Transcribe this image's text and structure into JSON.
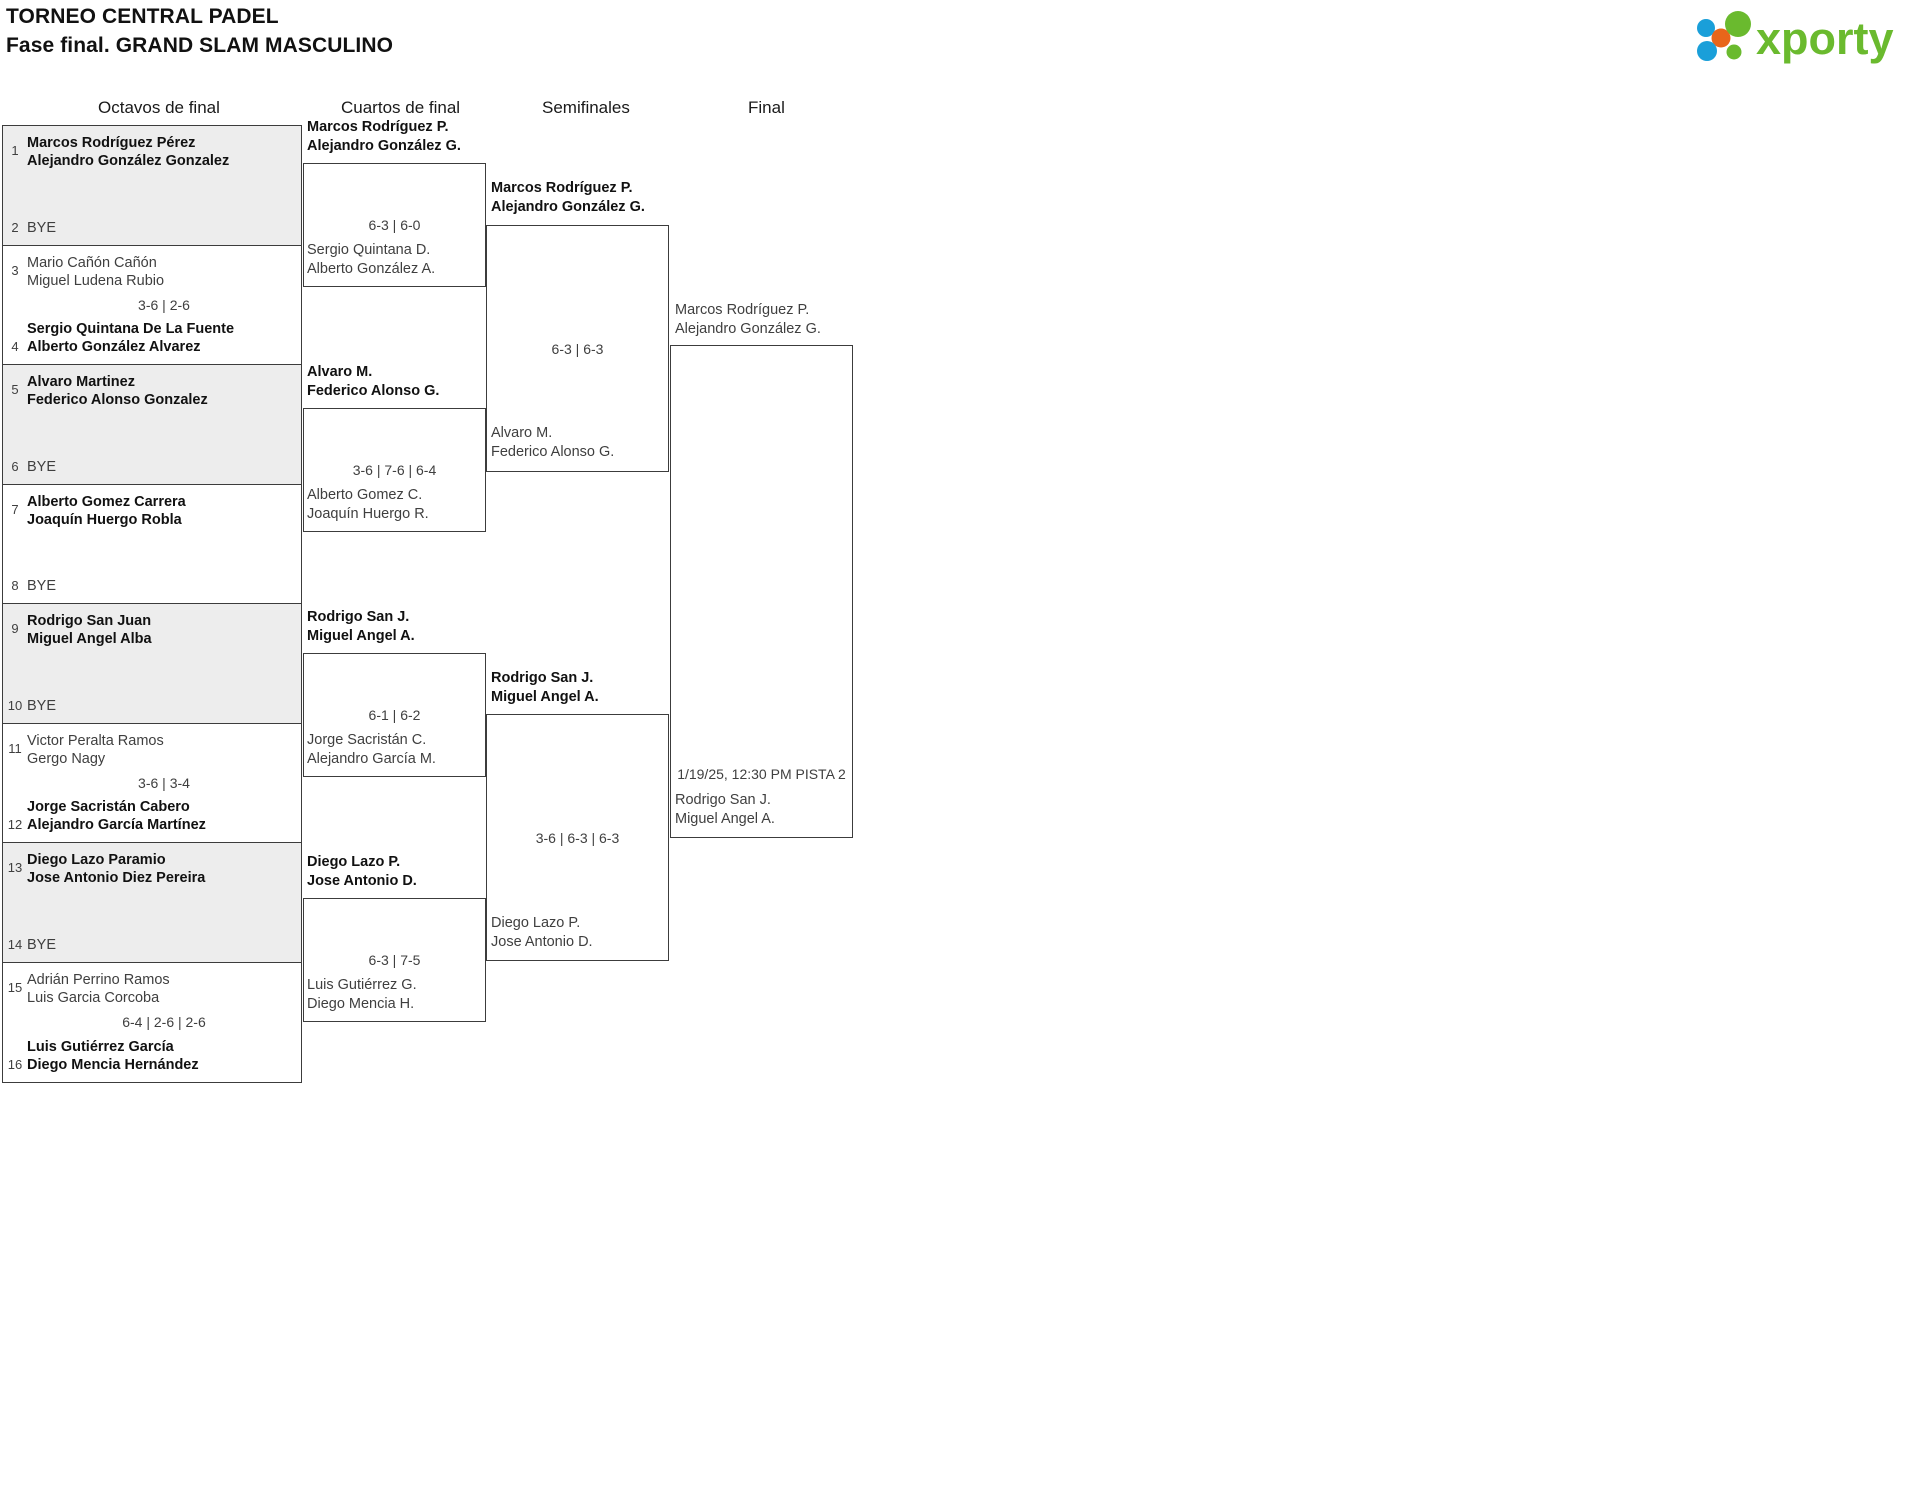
{
  "header": {
    "tournament": "TORNEO CENTRAL PADEL",
    "phase": "Fase final. GRAND SLAM MASCULINO",
    "logo_text": "xporty",
    "logo_colors": {
      "green": "#6aba2e",
      "orange": "#e8661a",
      "blue": "#1a9fd9"
    }
  },
  "rounds": [
    {
      "label": "Octavos de final"
    },
    {
      "label": "Cuartos de final"
    },
    {
      "label": "Semifinales"
    },
    {
      "label": "Final"
    }
  ],
  "round_of_16": [
    {
      "shaded": true,
      "top": {
        "seed": "1",
        "p1": "Marcos Rodríguez Pérez",
        "p2": "Alejandro González Gonzalez",
        "winner": true
      },
      "bottom": {
        "seed": "2",
        "bye": "BYE",
        "winner": false
      },
      "score": ""
    },
    {
      "shaded": false,
      "top": {
        "seed": "3",
        "p1": "Mario Cañón Cañón",
        "p2": "Miguel Ludena Rubio",
        "winner": false
      },
      "bottom": {
        "seed": "4",
        "p1": "Sergio Quintana De La Fuente",
        "p2": "Alberto González Alvarez",
        "winner": true
      },
      "score": "3-6 | 2-6"
    },
    {
      "shaded": true,
      "top": {
        "seed": "5",
        "p1": "Alvaro Martinez",
        "p2": "Federico Alonso Gonzalez",
        "winner": true
      },
      "bottom": {
        "seed": "6",
        "bye": "BYE",
        "winner": false
      },
      "score": ""
    },
    {
      "shaded": false,
      "top": {
        "seed": "7",
        "p1": "Alberto Gomez Carrera",
        "p2": "Joaquín Huergo Robla",
        "winner": true
      },
      "bottom": {
        "seed": "8",
        "bye": "BYE",
        "winner": false
      },
      "score": ""
    },
    {
      "shaded": true,
      "top": {
        "seed": "9",
        "p1": "Rodrigo San Juan",
        "p2": "Miguel Angel Alba",
        "winner": true
      },
      "bottom": {
        "seed": "10",
        "bye": "BYE",
        "winner": false
      },
      "score": ""
    },
    {
      "shaded": false,
      "top": {
        "seed": "11",
        "p1": "Victor Peralta Ramos",
        "p2": "Gergo Nagy",
        "winner": false
      },
      "bottom": {
        "seed": "12",
        "p1": "Jorge Sacristán Cabero",
        "p2": "Alejandro García Martínez",
        "winner": true
      },
      "score": "3-6 | 3-4"
    },
    {
      "shaded": true,
      "top": {
        "seed": "13",
        "p1": "Diego Lazo Paramio",
        "p2": "Jose Antonio Diez Pereira",
        "winner": true
      },
      "bottom": {
        "seed": "14",
        "bye": "BYE",
        "winner": false
      },
      "score": ""
    },
    {
      "shaded": false,
      "top": {
        "seed": "15",
        "p1": "Adrián Perrino Ramos",
        "p2": "Luis Garcia Corcoba",
        "winner": false
      },
      "bottom": {
        "seed": "16",
        "p1": "Luis Gutiérrez García",
        "p2": "Diego Mencia Hernández",
        "winner": true
      },
      "score": "6-4 | 2-6 | 2-6"
    }
  ],
  "quarterfinals": [
    {
      "top": {
        "p1": "Marcos Rodríguez P.",
        "p2": "Alejandro González G.",
        "winner": true
      },
      "bottom": {
        "p1": "Sergio Quintana D.",
        "p2": "Alberto González A.",
        "winner": false
      },
      "score": "6-3 | 6-0"
    },
    {
      "top": {
        "p1": "Alvaro M.",
        "p2": "Federico Alonso G.",
        "winner": true
      },
      "bottom": {
        "p1": "Alberto Gomez C.",
        "p2": "Joaquín Huergo R.",
        "winner": false
      },
      "score": "3-6 | 7-6 | 6-4"
    },
    {
      "top": {
        "p1": "Rodrigo San J.",
        "p2": "Miguel Angel A.",
        "winner": true
      },
      "bottom": {
        "p1": "Jorge Sacristán C.",
        "p2": "Alejandro García M.",
        "winner": false
      },
      "score": "6-1 | 6-2"
    },
    {
      "top": {
        "p1": "Diego Lazo P.",
        "p2": "Jose Antonio D.",
        "winner": true
      },
      "bottom": {
        "p1": "Luis Gutiérrez G.",
        "p2": "Diego Mencia H.",
        "winner": false
      },
      "score": "6-3 | 7-5"
    }
  ],
  "semifinals": [
    {
      "top": {
        "p1": "Marcos Rodríguez P.",
        "p2": "Alejandro González G.",
        "winner": true
      },
      "bottom": {
        "p1": "Alvaro M.",
        "p2": "Federico Alonso G.",
        "winner": false
      },
      "score": "6-3 | 6-3"
    },
    {
      "top": {
        "p1": "Rodrigo San J.",
        "p2": "Miguel Angel A.",
        "winner": true
      },
      "bottom": {
        "p1": "Diego Lazo P.",
        "p2": "Jose Antonio D.",
        "winner": false
      },
      "score": "3-6 | 6-3 | 6-3"
    }
  ],
  "final": {
    "top": {
      "p1": "Marcos Rodríguez P.",
      "p2": "Alejandro González G.",
      "winner": false
    },
    "bottom": {
      "p1": "Rodrigo San J.",
      "p2": "Miguel Angel A.",
      "winner": false
    },
    "schedule": "1/19/25, 12:30 PM PISTA 2",
    "score": ""
  }
}
